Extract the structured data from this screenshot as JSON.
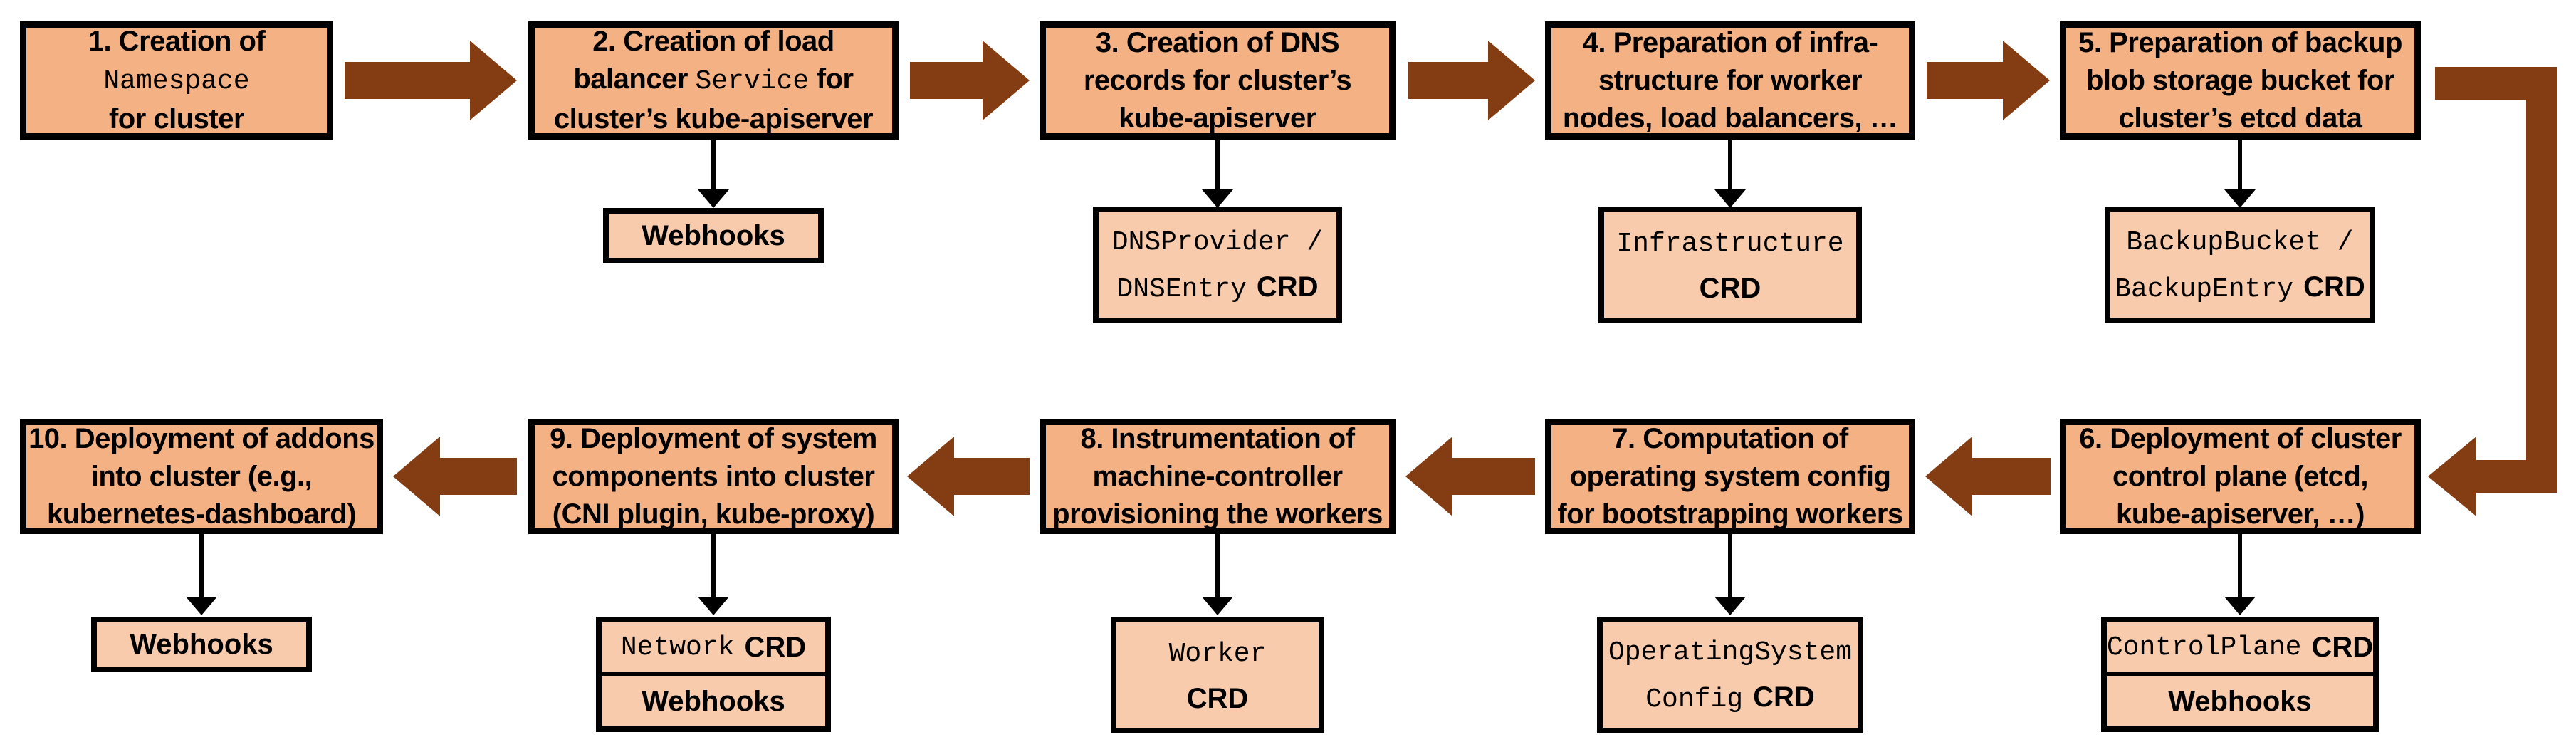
{
  "colors": {
    "step_fill": "#F4B183",
    "crd_fill": "#F8CBAD",
    "border": "#000000",
    "arrow": "#843C12",
    "background": "#FFFFFF"
  },
  "steps": [
    {
      "name": "step-1",
      "lines": [
        [
          {
            "t": "1. Creation of"
          }
        ],
        [
          {
            "t": "Namespace",
            "mono": true
          }
        ],
        [
          {
            "t": "for cluster"
          }
        ]
      ]
    },
    {
      "name": "step-2",
      "lines": [
        [
          {
            "t": "2. Creation of load"
          }
        ],
        [
          {
            "t": "balancer "
          },
          {
            "t": "Service",
            "mono": true
          },
          {
            "t": " for"
          }
        ],
        [
          {
            "t": "cluster’s kube-apiserver"
          }
        ]
      ],
      "sub": {
        "rows": [
          [
            {
              "t": "Webhooks"
            }
          ]
        ]
      }
    },
    {
      "name": "step-3",
      "lines": [
        [
          {
            "t": "3. Creation of DNS"
          }
        ],
        [
          {
            "t": "records for cluster’s"
          }
        ],
        [
          {
            "t": "kube-apiserver"
          }
        ]
      ],
      "sub": {
        "rows": [
          [
            {
              "t": "DNSProvider /",
              "mono": true
            }
          ],
          [
            {
              "t": "DNSEntry",
              "mono": true
            },
            {
              "t": "CRD",
              "crd": true
            }
          ]
        ]
      }
    },
    {
      "name": "step-4",
      "lines": [
        [
          {
            "t": "4. Preparation of infra-"
          }
        ],
        [
          {
            "t": "structure for worker"
          }
        ],
        [
          {
            "t": "nodes, load balancers, …"
          }
        ]
      ],
      "sub": {
        "rows": [
          [
            {
              "t": "Infrastructure",
              "mono": true
            }
          ],
          [
            {
              "t": "CRD",
              "crd": true
            }
          ]
        ]
      }
    },
    {
      "name": "step-5",
      "lines": [
        [
          {
            "t": "5. Preparation of backup"
          }
        ],
        [
          {
            "t": "blob storage bucket for"
          }
        ],
        [
          {
            "t": "cluster’s etcd data"
          }
        ]
      ],
      "sub": {
        "rows": [
          [
            {
              "t": "BackupBucket /",
              "mono": true
            }
          ],
          [
            {
              "t": "BackupEntry",
              "mono": true
            },
            {
              "t": "CRD",
              "crd": true
            }
          ]
        ]
      }
    },
    {
      "name": "step-6",
      "lines": [
        [
          {
            "t": "6. Deployment of cluster"
          }
        ],
        [
          {
            "t": "control plane (etcd,"
          }
        ],
        [
          {
            "t": "kube-apiserver, …)"
          }
        ]
      ],
      "sub": {
        "rows": [
          [
            {
              "t": "ControlPlane",
              "mono": true
            },
            {
              "t": "CRD",
              "crd": true
            }
          ],
          [
            {
              "t": "Webhooks"
            }
          ]
        ]
      }
    },
    {
      "name": "step-7",
      "lines": [
        [
          {
            "t": "7. Computation of"
          }
        ],
        [
          {
            "t": "operating system config"
          }
        ],
        [
          {
            "t": "for bootstrapping workers"
          }
        ]
      ],
      "sub": {
        "rows": [
          [
            {
              "t": "OperatingSystem",
              "mono": true
            }
          ],
          [
            {
              "t": "Config",
              "mono": true
            },
            {
              "t": "CRD",
              "crd": true
            }
          ]
        ]
      }
    },
    {
      "name": "step-8",
      "lines": [
        [
          {
            "t": "8. Instrumentation of"
          }
        ],
        [
          {
            "t": "machine-controller"
          }
        ],
        [
          {
            "t": "provisioning the workers"
          }
        ]
      ],
      "sub": {
        "rows": [
          [
            {
              "t": "Worker",
              "mono": true
            }
          ],
          [
            {
              "t": "CRD",
              "crd": true
            }
          ]
        ]
      }
    },
    {
      "name": "step-9",
      "lines": [
        [
          {
            "t": "9. Deployment of system"
          }
        ],
        [
          {
            "t": "components into cluster"
          }
        ],
        [
          {
            "t": "(CNI plugin, kube-proxy)"
          }
        ]
      ],
      "sub": {
        "rows": [
          [
            {
              "t": "Network",
              "mono": true
            },
            {
              "t": "CRD",
              "crd": true
            }
          ],
          [
            {
              "t": "Webhooks"
            }
          ]
        ]
      }
    },
    {
      "name": "step-10",
      "lines": [
        [
          {
            "t": "10. Deployment of addons"
          }
        ],
        [
          {
            "t": "into cluster (e.g.,"
          }
        ],
        [
          {
            "t": "kubernetes-dashboard)"
          }
        ]
      ],
      "sub": {
        "rows": [
          [
            {
              "t": "Webhooks"
            }
          ]
        ]
      }
    }
  ]
}
